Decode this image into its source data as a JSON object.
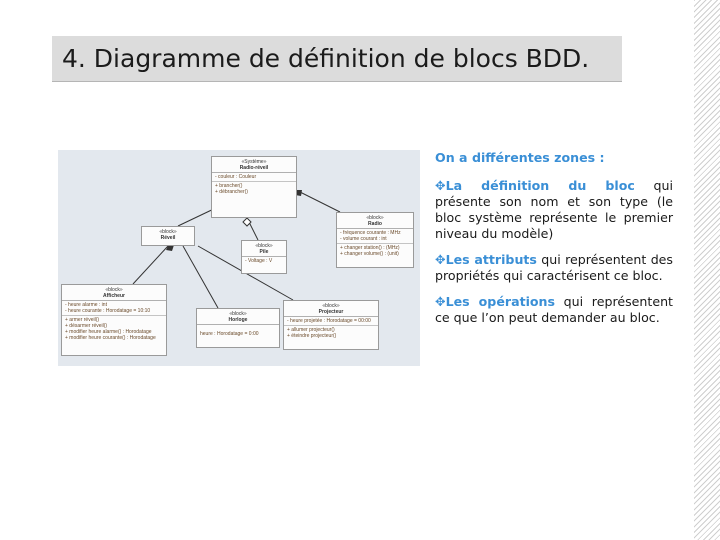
{
  "slide": {
    "title": "4. Diagramme de définition de blocs BDD."
  },
  "diagram": {
    "radio_reveil": {
      "stereo": "«Système»",
      "name": "Radio-réveil",
      "attrs": [
        "- couleur : Couleur"
      ],
      "ops": [
        "+ brancher()",
        "+ débrancher()"
      ]
    },
    "reveil": {
      "stereo": "«block»",
      "name": "Réveil"
    },
    "pile": {
      "stereo": "«block»",
      "name": "Pile",
      "attrs": [
        "- Voltage : V"
      ]
    },
    "radio": {
      "stereo": "«block»",
      "name": "Radio",
      "attrs": [
        "- fréquence courante : MHz",
        "- volume courant : int"
      ],
      "ops": [
        "+ changer station() : (MHz)",
        "+ changer volume() : (unit)"
      ]
    },
    "afficheur": {
      "stereo": "«block»",
      "name": "Afficheur",
      "attrs": [
        "- heure alarme : int",
        "- heure courante : Horodatage = 10:10"
      ],
      "ops": [
        "+ armer réveil()",
        "+ désarmer réveil()",
        "+ modifier heure alarme() : Horodatage",
        "+ modifier heure courante() : Horodatage"
      ]
    },
    "horloge": {
      "stereo": "«block»",
      "name": "Horloge",
      "attrs": [
        "heure : Horodatage = 0:00"
      ]
    },
    "projecteur": {
      "stereo": "«block»",
      "name": "Projecteur",
      "attrs": [
        "- heure projetée : Horodatage = 00:00"
      ],
      "ops": [
        "+ allumer projecteur()",
        "+ éteindre projecteur()"
      ]
    }
  },
  "text": {
    "intro": "On a différentes zones :",
    "bullet_symbol": "✥",
    "items": [
      {
        "highlight": "La définition du bloc",
        "rest": " qui présente son nom et son type (le bloc système représente le premier niveau du modèle)"
      },
      {
        "highlight": "Les attributs",
        "rest": " qui représentent des propriétés qui caractérisent ce bloc."
      },
      {
        "highlight": "Les opérations",
        "rest": " qui représentent ce que l’on peut demander au bloc."
      }
    ]
  }
}
